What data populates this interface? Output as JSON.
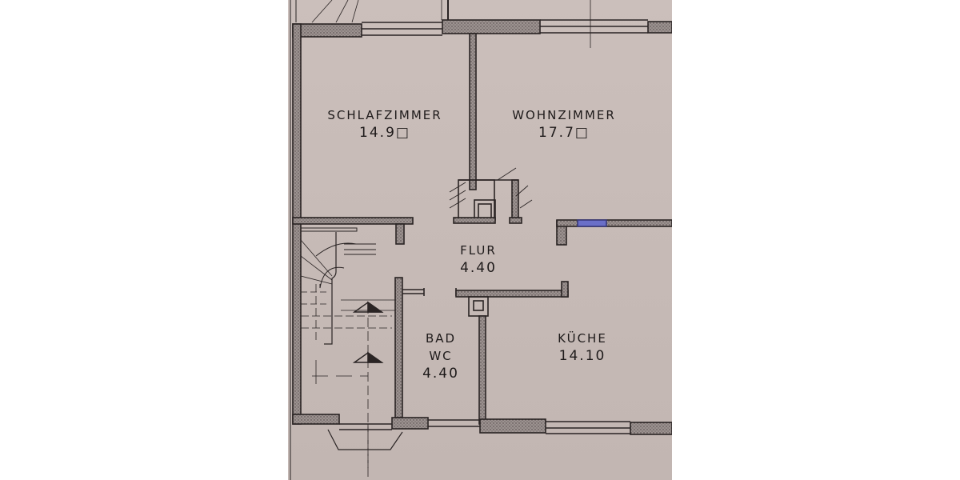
{
  "image": {
    "description": "Photographed hand-drawn floor plan of an apartment",
    "paper_color": "#c7bbb7",
    "ink_color": "#2a2424",
    "window_highlight_color": "#6a6fc8"
  },
  "floor_plan": {
    "rooms": [
      {
        "id": "schlafzimmer",
        "name": "SCHLAFZIMMER",
        "area": "14.90",
        "area_display": "14.9□"
      },
      {
        "id": "wohnzimmer",
        "name": "WOHNZIMMER",
        "area": "17.70",
        "area_display": "17.7□"
      },
      {
        "id": "flur",
        "name": "FLUR",
        "area": "4.40",
        "area_display": "4.40"
      },
      {
        "id": "bad",
        "name": "BAD",
        "name_line2": "WC",
        "area": "4.40",
        "area_display": "4.40"
      },
      {
        "id": "kueche",
        "name": "KÜCHE",
        "area": "14.10",
        "area_display": "14.10"
      }
    ],
    "features": [
      "stairwell",
      "chimney",
      "window-highlighted-blue",
      "entrance-bay"
    ]
  }
}
